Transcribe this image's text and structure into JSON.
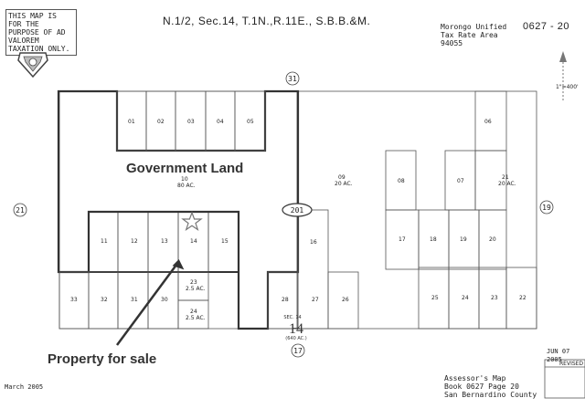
{
  "header": {
    "disclaimer": "THIS MAP IS FOR THE PURPOSE OF AD VALOREM TAXATION ONLY.",
    "title": "N.1/2, Sec.14, T.1N.,R.11E., S.B.B.&M.",
    "district_line1": "Morongo Unified",
    "district_line2": "Tax Rate Area",
    "district_line3": "94055",
    "book_number": "0627 - 20"
  },
  "annotations": {
    "government_land": "Government Land",
    "property_for_sale": "Property for sale"
  },
  "map": {
    "section_adjacent": [
      "31",
      "21",
      "19",
      "17"
    ],
    "road_label": "201",
    "section_label": "SEC. 14",
    "section_acres": "(640 AC.)",
    "parcels": {
      "top_row": [
        "01",
        "02",
        "03",
        "04",
        "05"
      ],
      "gov_parcel": "10",
      "gov_acres": "80 AC.",
      "mid_row": [
        "11",
        "12",
        "13",
        "14",
        "15"
      ],
      "small_1": "23",
      "small_1_acres": "2.5 AC.",
      "small_2": "24",
      "small_2_acres": "2.5 AC.",
      "bottom_left": [
        "33",
        "32",
        "31",
        "30"
      ],
      "bottom_mid": [
        "28",
        "27",
        "26"
      ],
      "right_col": [
        "16",
        "09",
        "08",
        "07",
        "06",
        "21"
      ],
      "right_mid": [
        "17",
        "18",
        "19",
        "20"
      ],
      "right_bottom": [
        "25",
        "24",
        "23",
        "22"
      ],
      "right_acres_09": "20 AC.",
      "right_acres_21": "20 AC."
    }
  },
  "footer": {
    "date_left": "March 2005",
    "date_right": "JUN 07 2005",
    "revised": "REVISED",
    "map_title": "Assessor's Map",
    "book_page": "Book 0627 Page 20",
    "county": "San Bernardino County"
  },
  "north_arrow": {
    "scale": "1\"=400'"
  },
  "colors": {
    "line": "#444444",
    "heavy_line": "#333333",
    "star": "#777777"
  }
}
